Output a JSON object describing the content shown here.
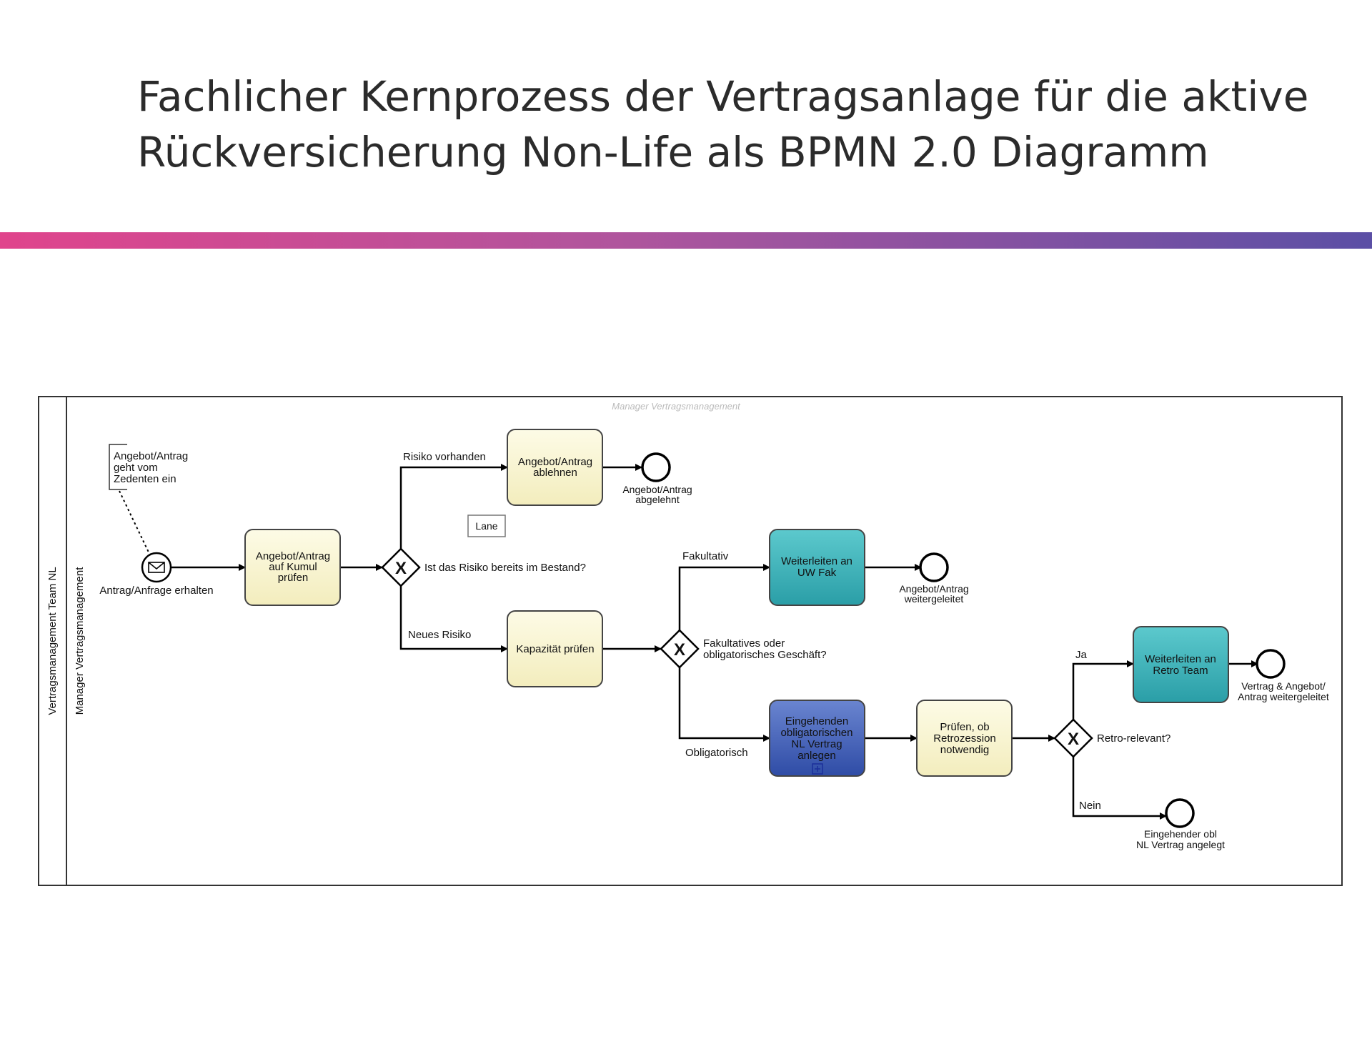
{
  "title": {
    "line1": "Fachlicher Kernprozess der Vertragsanlage für die aktive",
    "line2": "Rückversicherung Non-Life als BPMN 2.0 Diagramm"
  },
  "colors": {
    "accent_start": "#e0448c",
    "accent_end": "#5b4fa5",
    "task_yellow": "#fbf7d2",
    "task_teal": "#3fb4bb",
    "task_blue": "#3f5fb8"
  },
  "pool": {
    "name": "Vertragsmanagement Team NL",
    "lane": "Manager Vertragsmanagement",
    "lane_header_faded": "Manager Vertragsmanagement"
  },
  "annotation": {
    "lines": [
      "Angebot/Antrag",
      "geht vom",
      "Zedenten ein"
    ]
  },
  "lane_tag": "Lane",
  "events": {
    "start": "Antrag/Anfrage erhalten",
    "end_rejected": [
      "Angebot/Antrag",
      "abgelehnt"
    ],
    "end_forwarded": [
      "Angebot/Antrag",
      "weitergeleitet"
    ],
    "end_retro": [
      "Vertrag & Angebot/",
      "Antrag weitergeleitet"
    ],
    "end_created": [
      "Eingehender obl",
      "NL Vertrag angelegt"
    ]
  },
  "tasks": {
    "kumul": [
      "Angebot/Antrag",
      "auf Kumul",
      "prüfen"
    ],
    "ablehnen": [
      "Angebot/Antrag",
      "ablehnen"
    ],
    "kapazitaet": [
      "Kapazität prüfen"
    ],
    "uw_fak": [
      "Weiterleiten an",
      "UW Fak"
    ],
    "anlegen": [
      "Eingehenden",
      "obligatorischen",
      "NL Vertrag",
      "anlegen"
    ],
    "retrozession": [
      "Prüfen, ob",
      "Retrozession",
      "notwendig"
    ],
    "retro_team": [
      "Weiterleiten an",
      "Retro Team"
    ]
  },
  "gateways": {
    "g1": "Ist das Risiko bereits im Bestand?",
    "g2": [
      "Fakultatives oder",
      "obligatorisches Geschäft?"
    ],
    "g3": "Retro-relevant?",
    "marker": "X"
  },
  "flows": {
    "risiko_vorhanden": "Risiko vorhanden",
    "neues_risiko": "Neues Risiko",
    "fakultativ": "Fakultativ",
    "obligatorisch": "Obligatorisch",
    "ja": "Ja",
    "nein": "Nein"
  }
}
